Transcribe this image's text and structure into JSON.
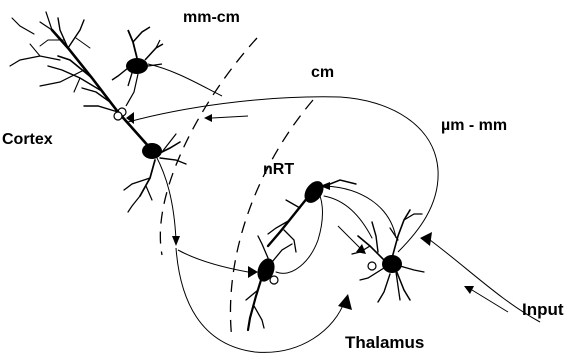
{
  "labels": {
    "cortex": "Cortex",
    "nrt": "nRT",
    "thalamus": "Thalamus",
    "input": "Input"
  },
  "scales": {
    "mm_cm": "mm-cm",
    "cm": "cm",
    "um_mm": "µm - mm"
  },
  "colors": {
    "ink": "#000000",
    "background": "#ffffff"
  }
}
